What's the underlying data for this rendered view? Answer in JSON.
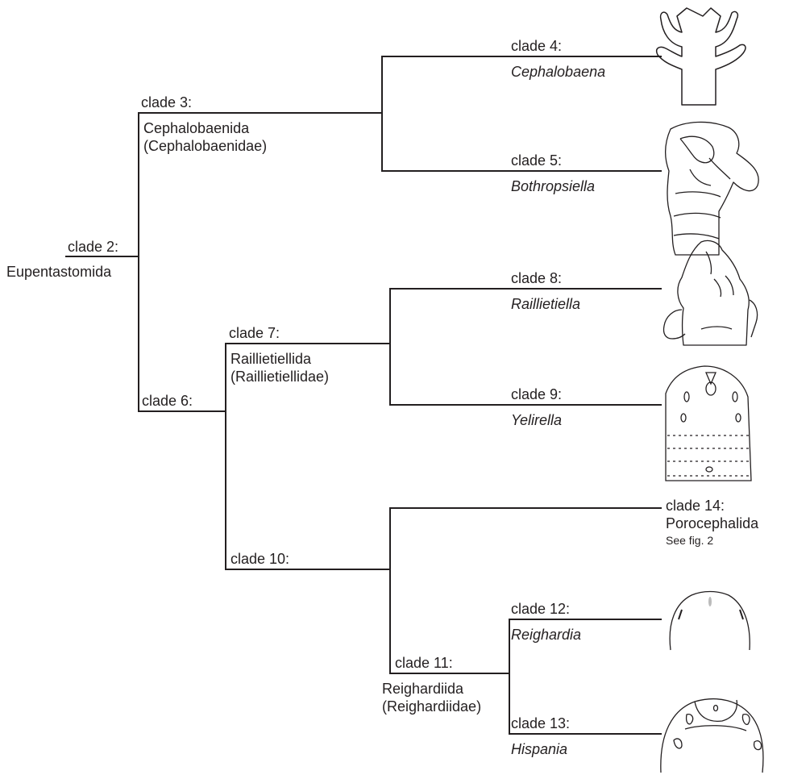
{
  "colors": {
    "line": "#231f20",
    "background": "#ffffff"
  },
  "clades": {
    "c2": {
      "label": "clade 2:",
      "name": "Eupentastomida"
    },
    "c3": {
      "label": "clade 3:",
      "name": "Cephalobaenida",
      "family": "(Cephalobaenidae)"
    },
    "c4": {
      "label": "clade 4:",
      "name": "Cephalobaena"
    },
    "c5": {
      "label": "clade 5:",
      "name": "Bothropsiella"
    },
    "c6": {
      "label": "clade 6:"
    },
    "c7": {
      "label": "clade 7:",
      "name": "Raillietiellida",
      "family": "(Raillietiellidae)"
    },
    "c8": {
      "label": "clade 8:",
      "name": "Raillietiella"
    },
    "c9": {
      "label": "clade 9:",
      "name": "Yelirella"
    },
    "c10": {
      "label": "clade 10:"
    },
    "c11": {
      "label": "clade 11:",
      "name": "Reighardiida",
      "family": "(Reighardiidae)"
    },
    "c12": {
      "label": "clade 12:",
      "name": "Reighardia"
    },
    "c13": {
      "label": "clade 13:",
      "name": "Hispania"
    },
    "c14": {
      "label": "clade 14:",
      "name": "Porocephalida",
      "note": "See fig. 2"
    }
  },
  "illustrations": [
    "cephalobaena-drawing",
    "bothropsiella-drawing",
    "raillietiella-drawing",
    "yelirella-drawing",
    "reighardia-drawing",
    "hispania-drawing"
  ]
}
